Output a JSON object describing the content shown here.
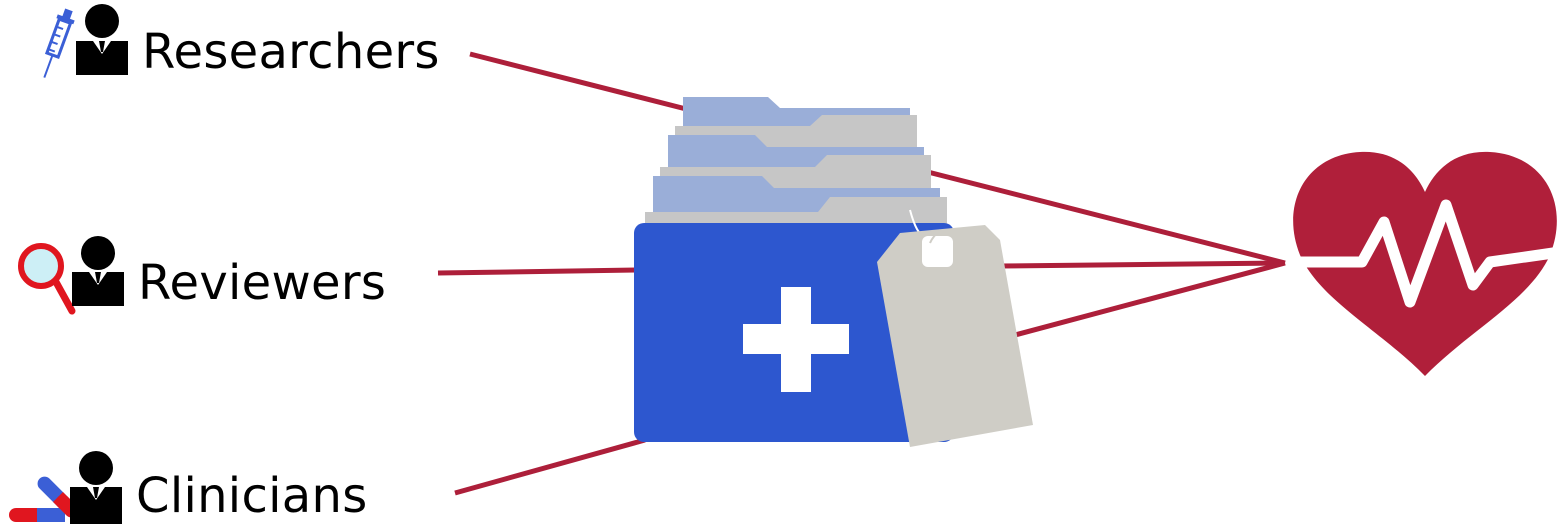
{
  "roles": [
    {
      "label": "Researchers",
      "icon": "syringe-icon"
    },
    {
      "label": "Reviewers",
      "icon": "magnifier-icon"
    },
    {
      "label": "Clinicians",
      "icon": "pill-icon"
    }
  ],
  "center": {
    "icon": "medical-records-folder-icon",
    "tag_icon": "file-tag-icon"
  },
  "target": {
    "icon": "heart-pulse-icon"
  },
  "colors": {
    "connector": "#ad1f3a",
    "folder": "#2d57cf",
    "file_blue": "#9aaed8",
    "file_gray": "#c6c6c6",
    "tag": "#cfcdc6",
    "heart": "#b01f3a",
    "syringe": "#3b5fd6",
    "magnifier": "#e0161f",
    "pill_red": "#e0161f",
    "pill_blue": "#3b5fd6"
  }
}
